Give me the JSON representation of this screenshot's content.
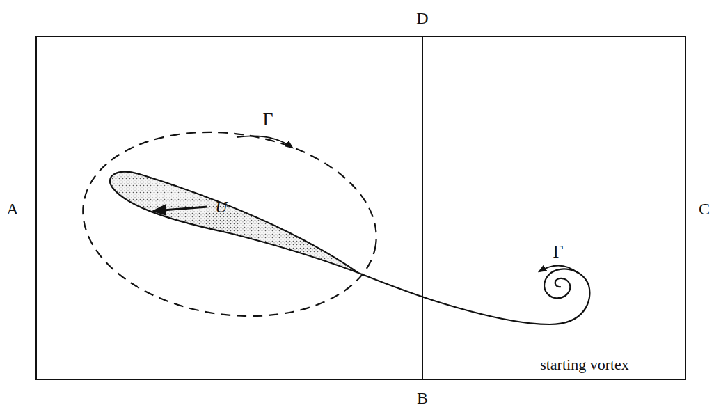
{
  "diagram": {
    "labels": [
      "D",
      "Γ",
      "A",
      "U",
      "C",
      "Γ",
      "starting vortex",
      "B"
    ]
  }
}
